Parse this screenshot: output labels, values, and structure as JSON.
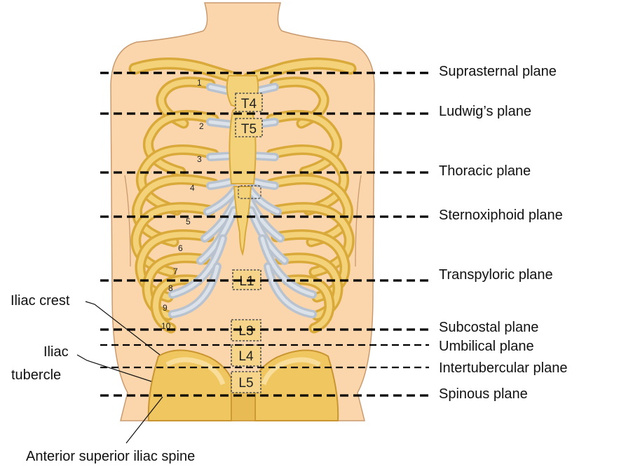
{
  "planes": {
    "suprasternal": "Suprasternal plane",
    "ludwigs": "Ludwig’s plane",
    "thoracic": "Thoracic plane",
    "sternoxiphoid": "Sternoxiphoid plane",
    "transpyloric": "Transpyloric plane",
    "subcostal": "Subcostal plane",
    "umbilical": "Umbilical plane",
    "intertubercular": "Intertubercular plane",
    "spinous": "Spinous plane"
  },
  "vertebrae": {
    "t4": "T4",
    "t5": "T5",
    "l1": "L1",
    "l3": "L3",
    "l4": "L4",
    "l5": "L5"
  },
  "ribs": [
    "1",
    "2",
    "3",
    "4",
    "5",
    "6",
    "7",
    "8",
    "9",
    "10"
  ],
  "left_labels": {
    "iliac_crest": "Iliac crest",
    "iliac_tubercle_line1": "Iliac",
    "iliac_tubercle_line2": "tubercle",
    "asis": "Anterior superior iliac spine"
  },
  "colors": {
    "skin": "#fbd6ac",
    "skin_outline": "#c99a6e",
    "bone": "#f4d27a",
    "bone_shadow": "#d9a93a",
    "cartilage": "#b9c3cf"
  }
}
